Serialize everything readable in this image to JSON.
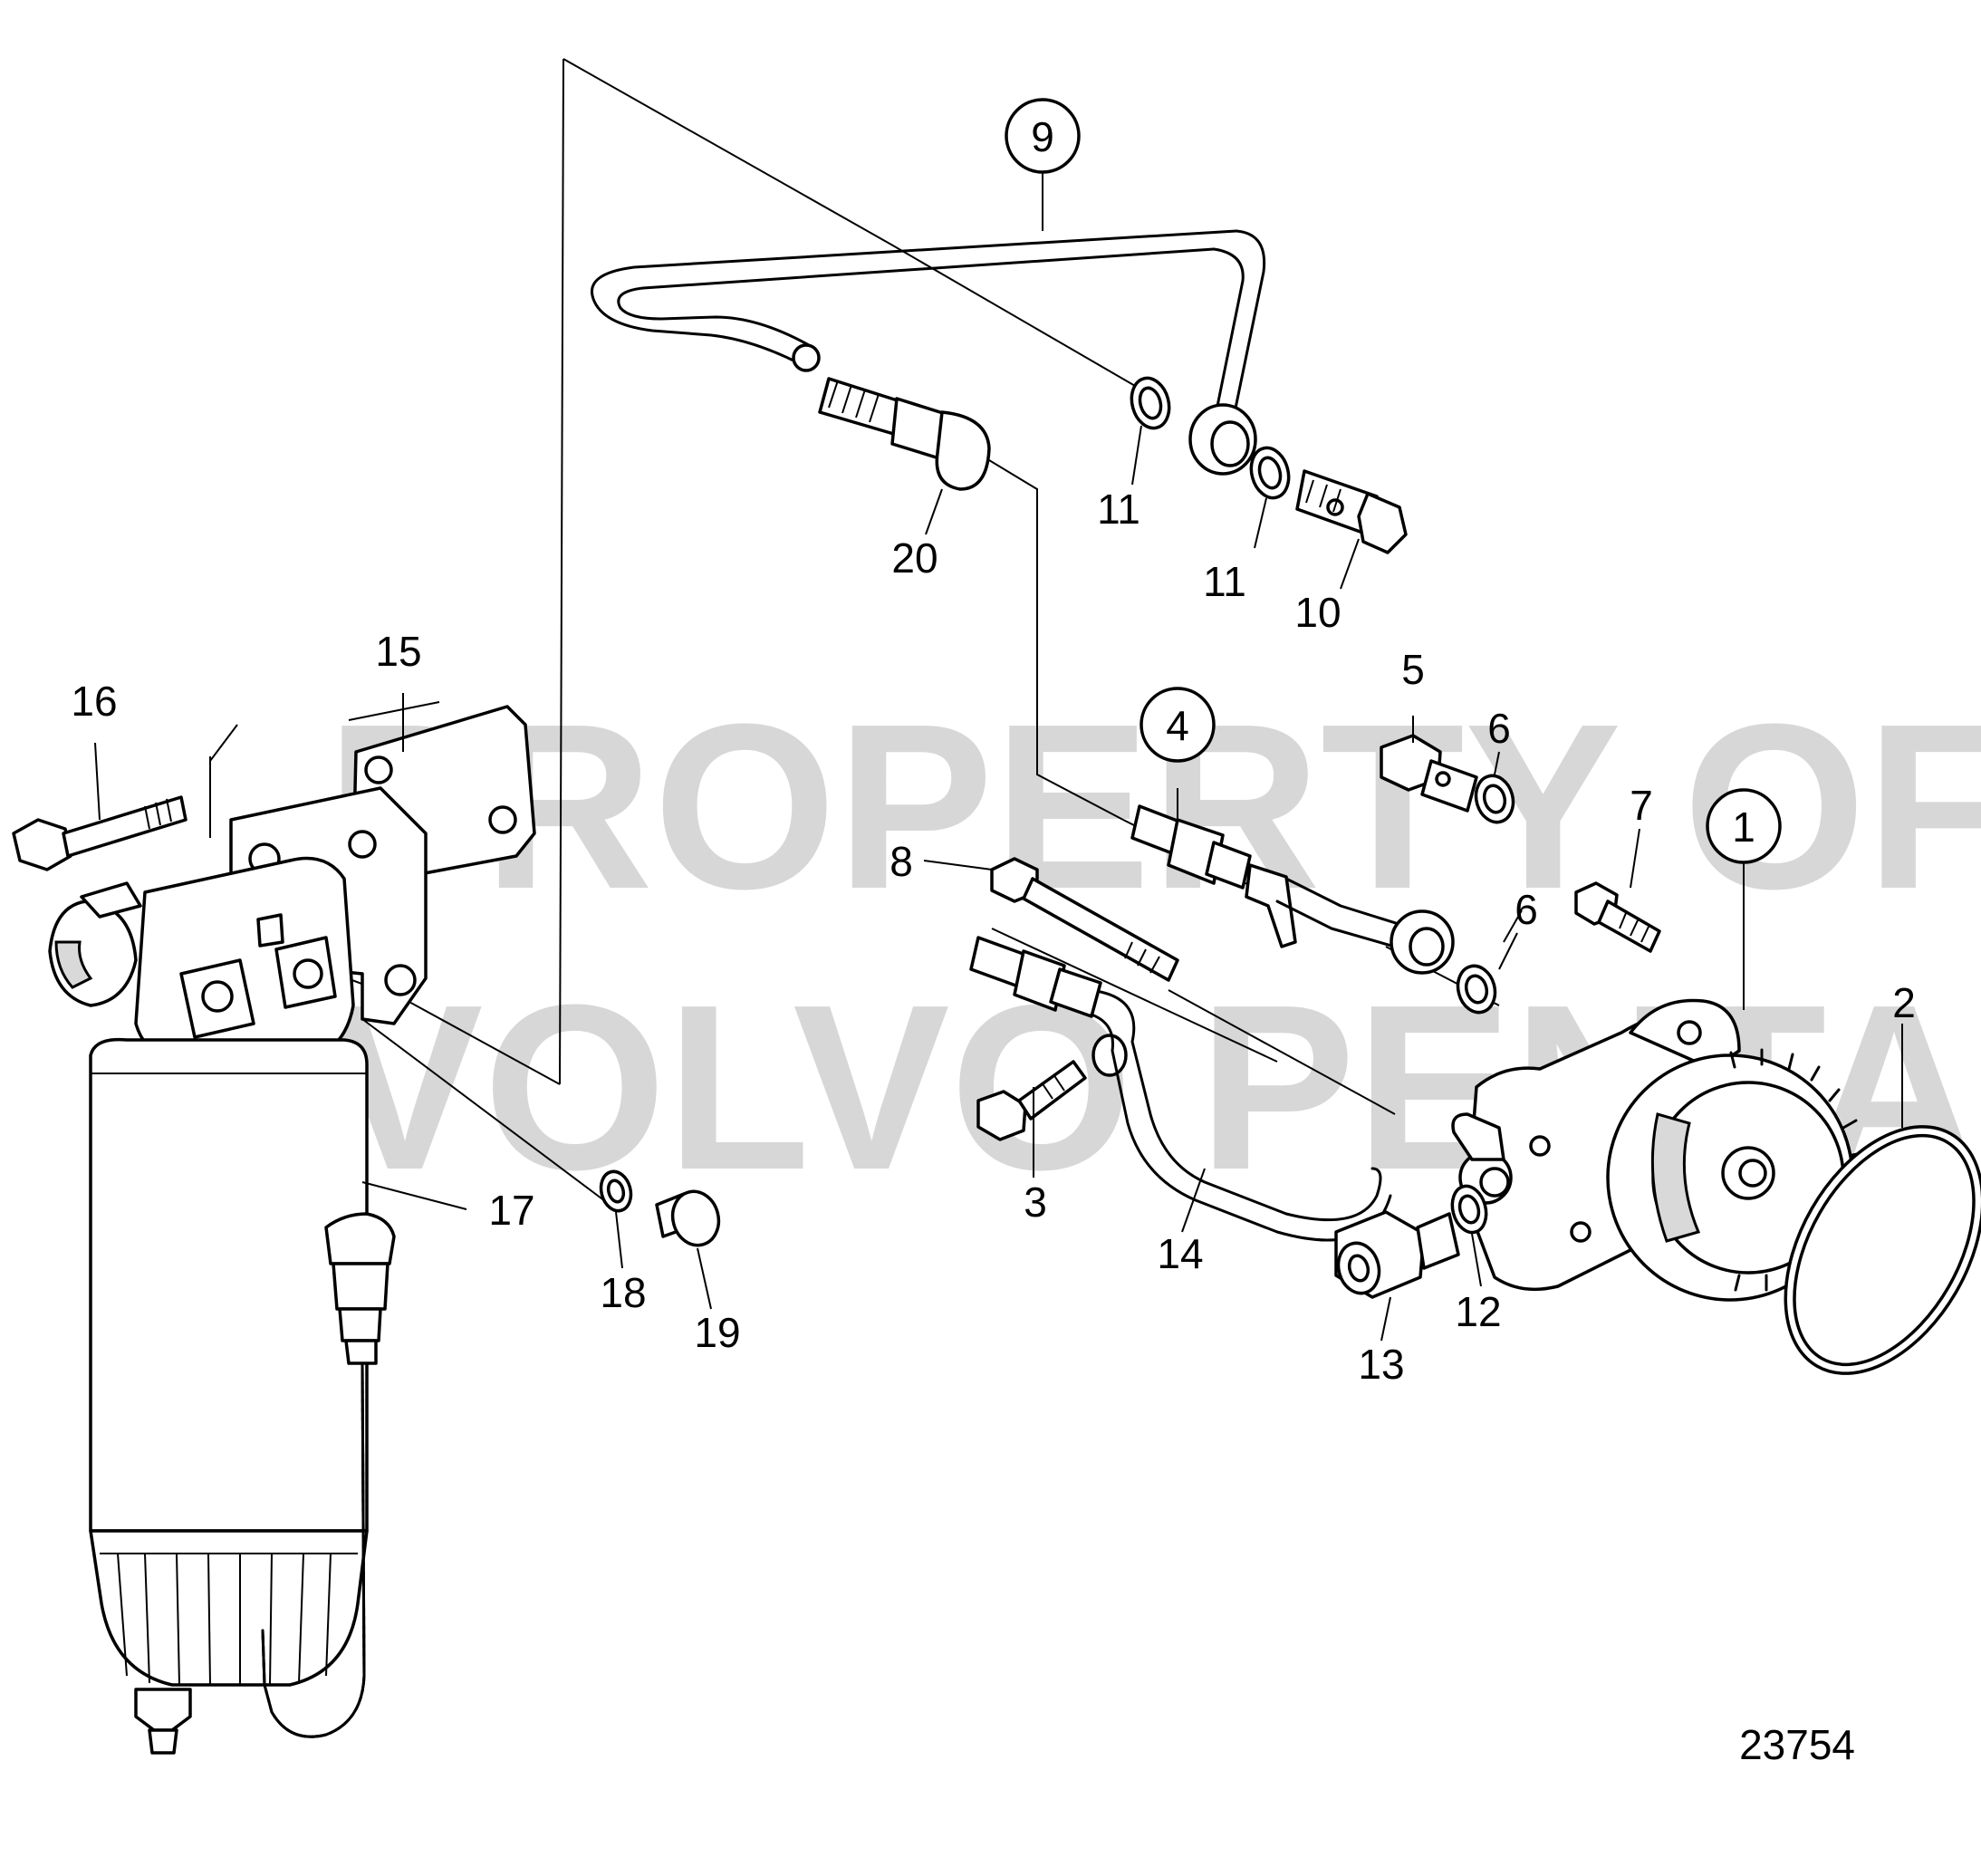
{
  "watermark": {
    "line1": "PROPERTY OF",
    "line2": "VOLVO PENTA"
  },
  "drawing_number": "23754",
  "parts": [
    {
      "id": "p1",
      "number": "1",
      "circled": true
    },
    {
      "id": "p2",
      "number": "2",
      "circled": false
    },
    {
      "id": "p3",
      "number": "3",
      "circled": false
    },
    {
      "id": "p4",
      "number": "4",
      "circled": true
    },
    {
      "id": "p5",
      "number": "5",
      "circled": false
    },
    {
      "id": "p6a",
      "number": "6",
      "circled": false
    },
    {
      "id": "p6b",
      "number": "6",
      "circled": false
    },
    {
      "id": "p7",
      "number": "7",
      "circled": false
    },
    {
      "id": "p8",
      "number": "8",
      "circled": false
    },
    {
      "id": "p9",
      "number": "9",
      "circled": true
    },
    {
      "id": "p10",
      "number": "10",
      "circled": false
    },
    {
      "id": "p11a",
      "number": "11",
      "circled": false
    },
    {
      "id": "p11b",
      "number": "11",
      "circled": false
    },
    {
      "id": "p12",
      "number": "12",
      "circled": false
    },
    {
      "id": "p13",
      "number": "13",
      "circled": false
    },
    {
      "id": "p14",
      "number": "14",
      "circled": false
    },
    {
      "id": "p15",
      "number": "15",
      "circled": false
    },
    {
      "id": "p16",
      "number": "16",
      "circled": false
    },
    {
      "id": "p17",
      "number": "17",
      "circled": false
    },
    {
      "id": "p18",
      "number": "18",
      "circled": false
    },
    {
      "id": "p19",
      "number": "19",
      "circled": false
    },
    {
      "id": "p20",
      "number": "20",
      "circled": false
    }
  ]
}
